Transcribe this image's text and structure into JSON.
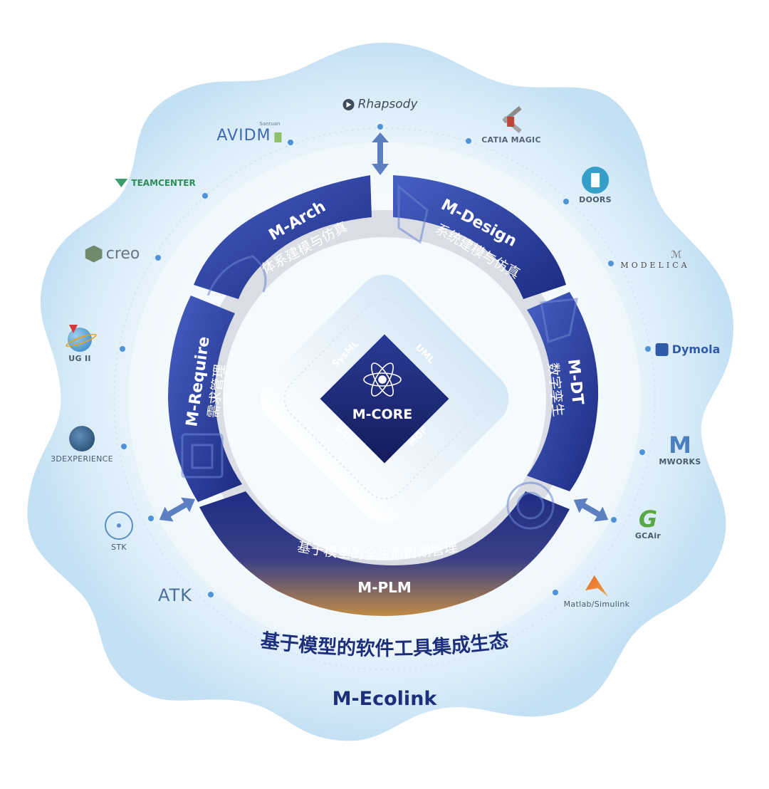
{
  "core": {
    "title": "M-CORE",
    "languages": [
      "SysML",
      "UML",
      "UAF",
      "MOF"
    ]
  },
  "modules": {
    "arch": {
      "name": "M-Arch",
      "desc": "体系建模与仿真"
    },
    "design": {
      "name": "M-Design",
      "desc": "系统建模与仿真"
    },
    "require": {
      "name": "M-Require",
      "desc": "需求管理"
    },
    "dt": {
      "name": "M-DT",
      "desc": "数字孪生"
    },
    "plm": {
      "name": "M-PLM",
      "desc": "基于模型的全生命周期管理"
    }
  },
  "ecosystem": {
    "title": "基于模型的软件工具集成生态",
    "name": "M-Ecolink"
  },
  "tools": {
    "rhapsody": "Rhapsody",
    "avidm": "AVIDM",
    "avidm_small": "Santuan",
    "catia": "CATIA MAGIC",
    "teamcenter": "TEAMCENTER",
    "doors": "DOORS",
    "creo": "creo",
    "modelica": "MODELICA",
    "ug": "UG II",
    "dymola": "Dymola",
    "threedx": "3DEXPERIENCE",
    "mworks": "MWORKS",
    "stk": "STK",
    "gcair": "GCAir",
    "atk": "ATK",
    "matlab": "Matlab/Simulink"
  },
  "colors": {
    "module_dark": "#1f2f86",
    "module_mid": "#3a52b4",
    "core": "#1f2a72",
    "glow": "#d6ebf8",
    "arrow": "#4a6fb5",
    "plm_bronze": "#b07c3c"
  }
}
